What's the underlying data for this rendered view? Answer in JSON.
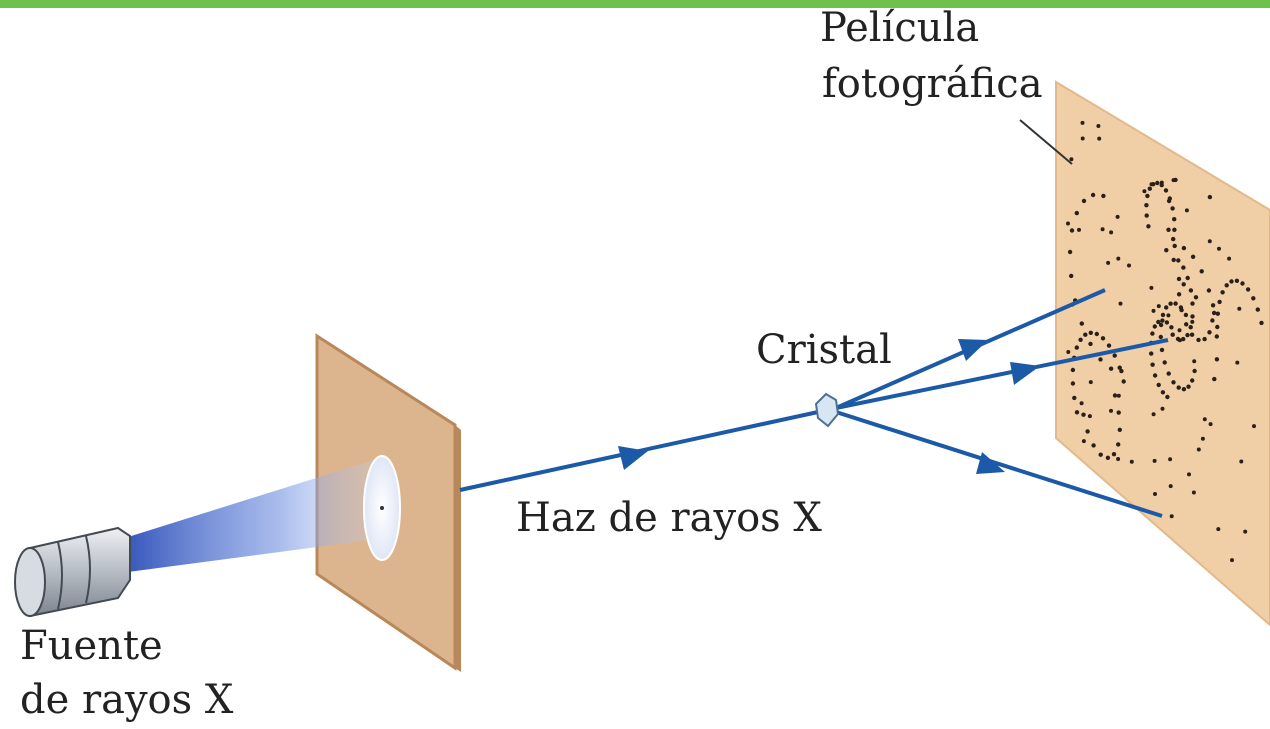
{
  "colors": {
    "top_bar": "#6cc24a",
    "beam": "#1c5aa8",
    "film_fill": "#f0cfa6",
    "screen_fill": "#dcb58e",
    "screen_edge": "#b8875a",
    "crystal_fill": "#d8e6f4",
    "source_body": "#b9bec6",
    "cone_blue": "#4a6fd0"
  },
  "labels": {
    "film_line1": "Película",
    "film_line2": "fotográfica",
    "crystal": "Cristal",
    "beam": "Haz de rayos X",
    "source_line1": "Fuente",
    "source_line2": "de rayos X"
  },
  "icons": {
    "source": "x-ray-tube-icon",
    "screen": "collimator-screen-icon",
    "crystal": "crystal-icon",
    "film": "photographic-film-icon"
  }
}
